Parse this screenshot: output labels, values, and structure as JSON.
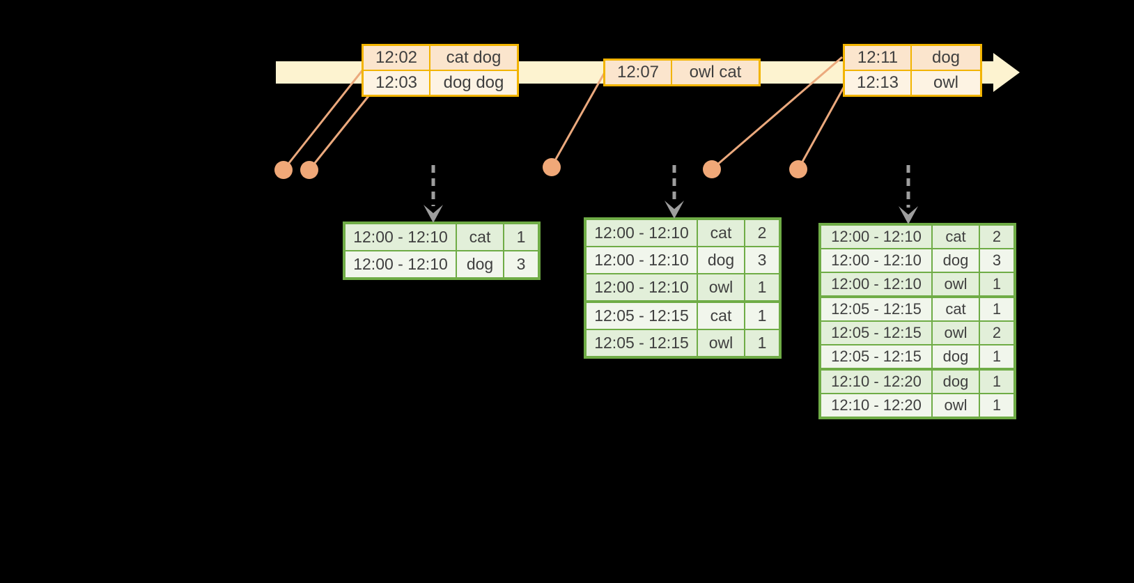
{
  "colors": {
    "background": "#000000",
    "timeline_fill": "#FDF3D0",
    "event_border": "#F2B400",
    "event_row_dark": "#FBE5CD",
    "event_row_light": "#FDF3E3",
    "connector": "#EBA97D",
    "dot_fill": "#F0A878",
    "result_border": "#6FAC46",
    "result_row_dark": "#E2EFD9",
    "result_row_light": "#F1F6EC",
    "arrow_gray": "#9E9E9E",
    "text": "#3F3F3F"
  },
  "event_tables": [
    {
      "rows": [
        [
          "12:02",
          "cat dog"
        ],
        [
          "12:03",
          "dog dog"
        ]
      ]
    },
    {
      "rows": [
        [
          "12:07",
          "owl cat"
        ]
      ]
    },
    {
      "rows": [
        [
          "12:11",
          "dog"
        ],
        [
          "12:13",
          "owl"
        ]
      ]
    }
  ],
  "result_tables": [
    {
      "rows": [
        [
          "12:00 - 12:10",
          "cat",
          "1"
        ],
        [
          "12:00 - 12:10",
          "dog",
          "3"
        ]
      ],
      "group_breaks": []
    },
    {
      "rows": [
        [
          "12:00 - 12:10",
          "cat",
          "2"
        ],
        [
          "12:00 - 12:10",
          "dog",
          "3"
        ],
        [
          "12:00 - 12:10",
          "owl",
          "1"
        ],
        [
          "12:05 - 12:15",
          "cat",
          "1"
        ],
        [
          "12:05 - 12:15",
          "owl",
          "1"
        ]
      ],
      "group_breaks": [
        3
      ]
    },
    {
      "rows": [
        [
          "12:00 - 12:10",
          "cat",
          "2"
        ],
        [
          "12:00 - 12:10",
          "dog",
          "3"
        ],
        [
          "12:00 - 12:10",
          "owl",
          "1"
        ],
        [
          "12:05 - 12:15",
          "cat",
          "1"
        ],
        [
          "12:05 - 12:15",
          "owl",
          "2"
        ],
        [
          "12:05 - 12:15",
          "dog",
          "1"
        ],
        [
          "12:10 - 12:20",
          "dog",
          "1"
        ],
        [
          "12:10 - 12:20",
          "owl",
          "1"
        ]
      ],
      "group_breaks": [
        3,
        6
      ]
    }
  ]
}
